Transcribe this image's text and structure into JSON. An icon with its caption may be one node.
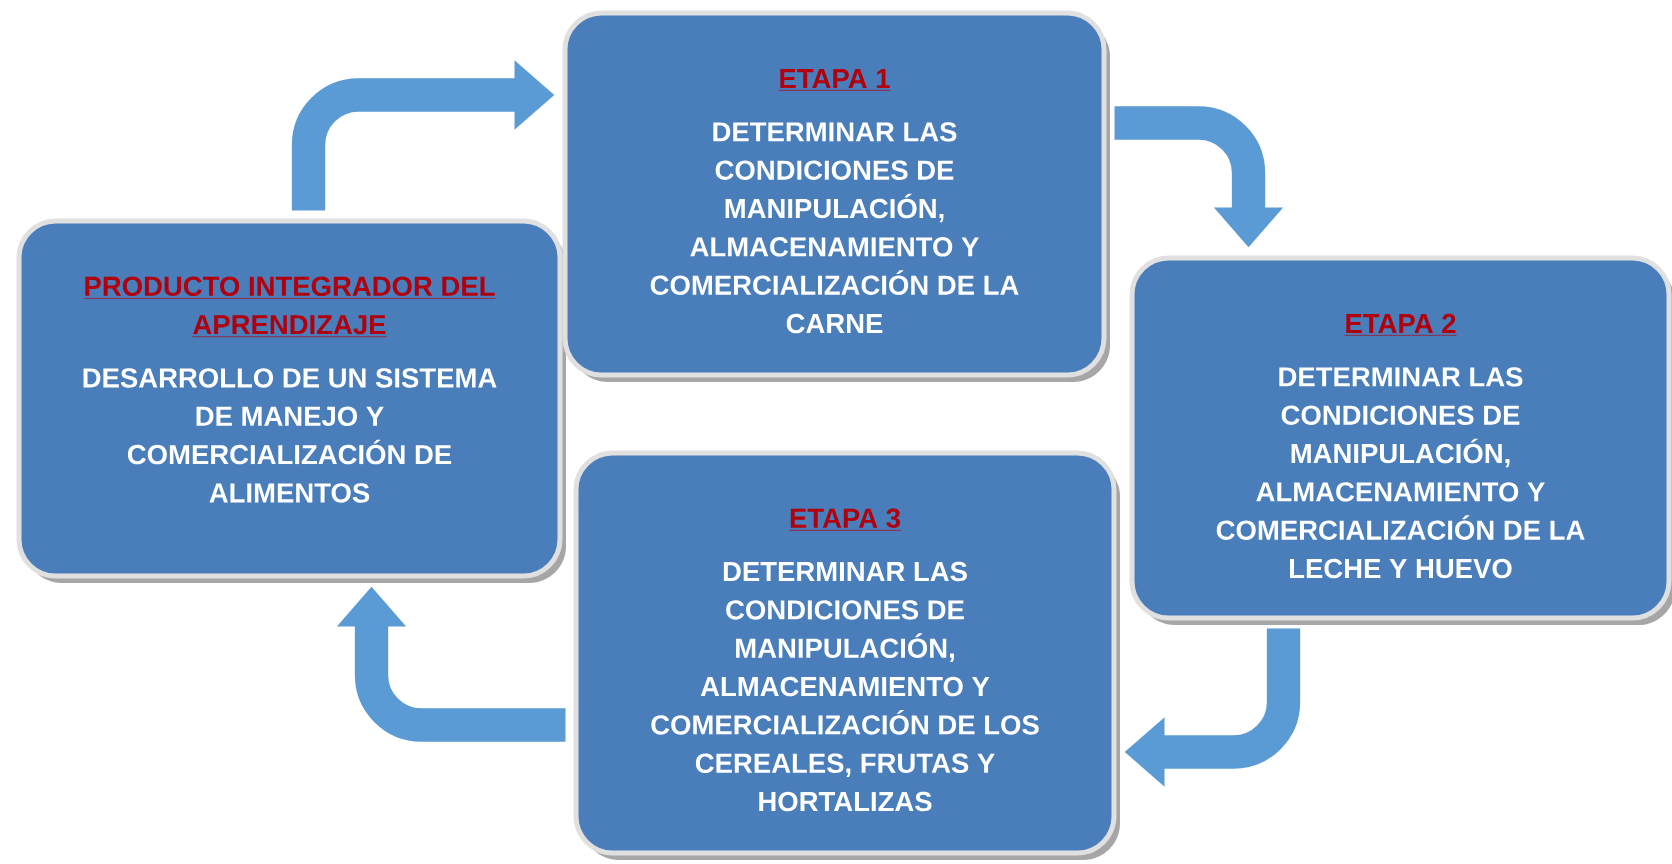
{
  "diagram": {
    "nodes": [
      {
        "text": [
          "PRODUCTO INTEGRADOR DEL APRENDIZAJE",
          "DESARROLLO DE UN SISTEMA DE MANEJO Y COMERCIALIZACIÓN DE ALIMENTOS"
        ]
      },
      {
        "text": [
          "ETAPA 1",
          "DETERMINAR LAS CONDICIONES DE MANIPULACIÓN, ALMACENAMIENTO Y COMERCIALIZACIÓN DE  LA CARNE"
        ]
      },
      {
        "text": [
          "ETAPA 2",
          "DETERMINAR LAS CONDICIONES DE MANIPULACIÓN, ALMACENAMIENTO Y COMERCIALIZACIÓN DE  LA LECHE Y HUEVO"
        ]
      },
      {
        "text": [
          "ETAPA 3",
          "DETERMINAR LAS CONDICIONES DE MANIPULACIÓN, ALMACENAMIENTO Y COMERCIALIZACIÓN DE LOS CEREALES, FRUTAS Y HORTALIZAS"
        ]
      }
    ],
    "edges": [
      {
        "from": 0,
        "to": 1,
        "arrow": "to"
      },
      {
        "from": 1,
        "to": 2,
        "arrow": "to"
      },
      {
        "from": 2,
        "to": 3,
        "arrow": "to"
      },
      {
        "from": 3,
        "to": 0,
        "arrow": "to"
      }
    ]
  }
}
